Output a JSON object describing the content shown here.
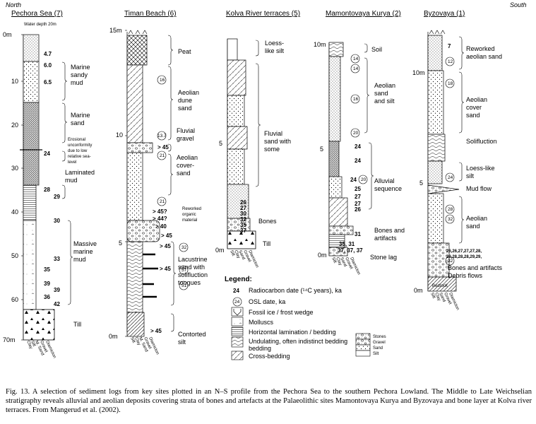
{
  "direction": {
    "left": "North",
    "right": "South"
  },
  "sites": [
    {
      "title": "Pechora Sea (7)",
      "subtitle": "Water depth 20m",
      "depth_ticks": [
        "0m",
        "10",
        "20",
        "30",
        "40",
        "50",
        "60",
        "70m"
      ],
      "ages": [
        "4.7",
        "6.0",
        "6.5",
        "24",
        "28",
        "29",
        "30",
        "33",
        "35",
        "39",
        "39",
        "36",
        "42"
      ],
      "units": [
        "Marine sandy mud",
        "Marine sand",
        "Erosional unconformity due to low relative sea-level",
        "Laminated mud",
        "Massive marine mud",
        "Till"
      ],
      "grain_labels": [
        "Clay",
        "Silt",
        "M. Sand",
        "Gravel",
        "Diamicton"
      ]
    },
    {
      "title": "Timan Beach (6)",
      "depth_ticks": [
        "15m",
        "10",
        "5",
        "0m"
      ],
      "ages": [
        "> 45",
        "> 45?",
        "> 44?",
        "> 40",
        "> 45",
        "> 45",
        "> 45",
        "> 45"
      ],
      "osl": [
        "16",
        "13.7",
        "21",
        "21",
        "32",
        "57",
        "51"
      ],
      "units": [
        "Peat",
        "Aeolian dune sand",
        "Fluvial gravel",
        "Aeolian cover-sand",
        "Reworked organic material",
        "Lacustrine sand with solifluction tongues",
        "Contorted silt"
      ],
      "grain_labels": [
        "Silt",
        "Clay",
        "M. Sand",
        "Gravel",
        "Diamicton"
      ]
    },
    {
      "title": "Kolva River terraces (5)",
      "depth_ticks": [
        "5",
        "0m"
      ],
      "ages": [
        "26",
        "27",
        "30",
        "32",
        "35",
        "37"
      ],
      "units": [
        "Loess-like silt",
        "Fluvial sand with some",
        "Bones",
        "Till"
      ],
      "grain_labels": [
        "Silt",
        "Clay",
        "Sand",
        "Gravel",
        "Diamicton"
      ]
    },
    {
      "title": "Mamontovaya Kurya (2)",
      "depth_ticks": [
        "10m",
        "5",
        "0m"
      ],
      "ages": [
        "24",
        "24",
        "24",
        "25",
        "27",
        "27",
        "26",
        "31",
        "35, 31",
        "37, 37, 37"
      ],
      "osl": [
        "14",
        "14",
        "16",
        "20",
        "20"
      ],
      "units": [
        "Soil",
        "Aeolian sand and silt",
        "Alluvial sequence",
        "Bones and artifacts",
        "Stone lag"
      ],
      "grain_labels": [
        "Silt",
        "Clay",
        "Sand",
        "Gravel",
        "Diamicton"
      ]
    },
    {
      "title": "Byzovaya (1)",
      "depth_ticks": [
        "10m",
        "5",
        "0m"
      ],
      "ages": [
        "7",
        "26,26,27,27,27,28,",
        "28,28,28,28,29,29,"
      ],
      "osl": [
        "12",
        "18",
        "24",
        "28",
        "32",
        "32"
      ],
      "units": [
        "Reworked aeolian sand",
        "Aeolian cover sand",
        "Solifluction",
        "Loess-like silt",
        "Mud flow",
        "Aeolian sand",
        "Bones and artifacts",
        "Debris flows",
        "Bedrock"
      ],
      "grain_labels": [
        "Silt",
        "Clay",
        "Sand",
        "Gravel",
        "Diamicton"
      ]
    }
  ],
  "legend": {
    "title": "Legend:",
    "radiocarbon_num": "24",
    "radiocarbon": "Radiocarbon date (¹⁴C years), ka",
    "osl_num": "24",
    "osl": "OSL date, ka",
    "items": [
      "Fossil ice / frost wedge",
      "Molluscs",
      "Horizontal lamination / bedding",
      "Undulating, often indistinct bedding",
      "Cross-bedding"
    ],
    "grain": [
      "Stones",
      "Gravel",
      "Sand",
      "Silt"
    ]
  },
  "caption": "Fig. 13. A selection of sediment logs from key sites plotted in an N–S profile from the Pechora Sea to the southern Pechora Lowland. The Middle to Late Weichselian stratigraphy reveals alluvial and aeolian deposits covering strata of bones and artefacts at the Palaeolithic sites Mamontovaya Kurya and Byzovaya and bone layer at Kolva river terraces. From Mangerud et al. (2002)."
}
